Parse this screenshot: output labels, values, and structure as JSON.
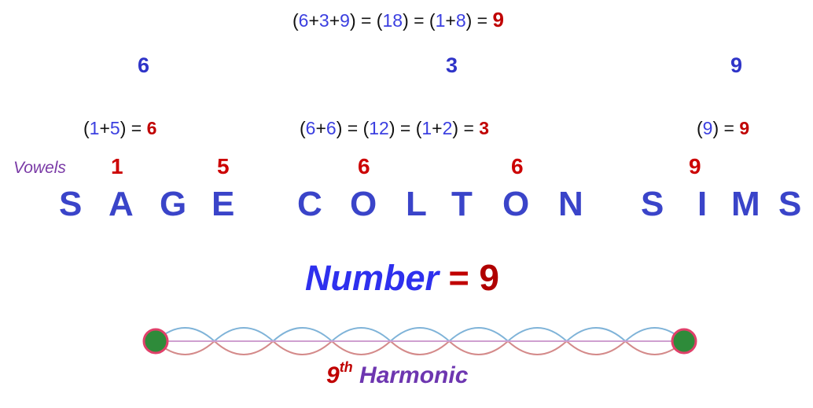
{
  "top_equation": {
    "open1": "(",
    "n6": "6",
    "plus1": "+",
    "n3": "3",
    "plus2": "+",
    "n9": "9",
    "close1": ") = (",
    "n18": "18",
    "close2": ") = (",
    "n1": "1",
    "plus3": "+",
    "n8": "8",
    "close3": ") = ",
    "result": "9"
  },
  "totals": {
    "first": "6",
    "middle": "3",
    "last": "9"
  },
  "name_equations": {
    "first": {
      "open": "(",
      "a": "1",
      "plus": "+",
      "b": "5",
      "close": ") = ",
      "result": "6"
    },
    "middle": {
      "open": "(",
      "a": "6",
      "plus": "+",
      "b": "6",
      "close1": ") = (",
      "c": "12",
      "close2": ") = (",
      "d": "1",
      "plus2": "+",
      "e": "2",
      "close3": ") = ",
      "result": "3"
    },
    "last": {
      "open": "(",
      "a": "9",
      "close": ") = ",
      "result": "9"
    }
  },
  "vowels_label": "Vowels",
  "vowel_values": [
    "1",
    "5",
    "6",
    "6",
    "9"
  ],
  "letters": [
    "S",
    "A",
    "G",
    "E",
    "C",
    "O",
    "L",
    "T",
    "O",
    "N",
    "S",
    "I",
    "M",
    "S"
  ],
  "number_line": {
    "word": "Number",
    "equals": " = ",
    "value": "9"
  },
  "harmonic": {
    "number": "9",
    "suffix": "th",
    "word": " Harmonic"
  },
  "harmonic_diagram": {
    "loops": 9,
    "string_color": "#cfa0d0",
    "node_color": "#2e8b3a",
    "node_ring": "#e0406a",
    "wave_colors": [
      "#7fb3d8",
      "#d48a8a"
    ]
  }
}
